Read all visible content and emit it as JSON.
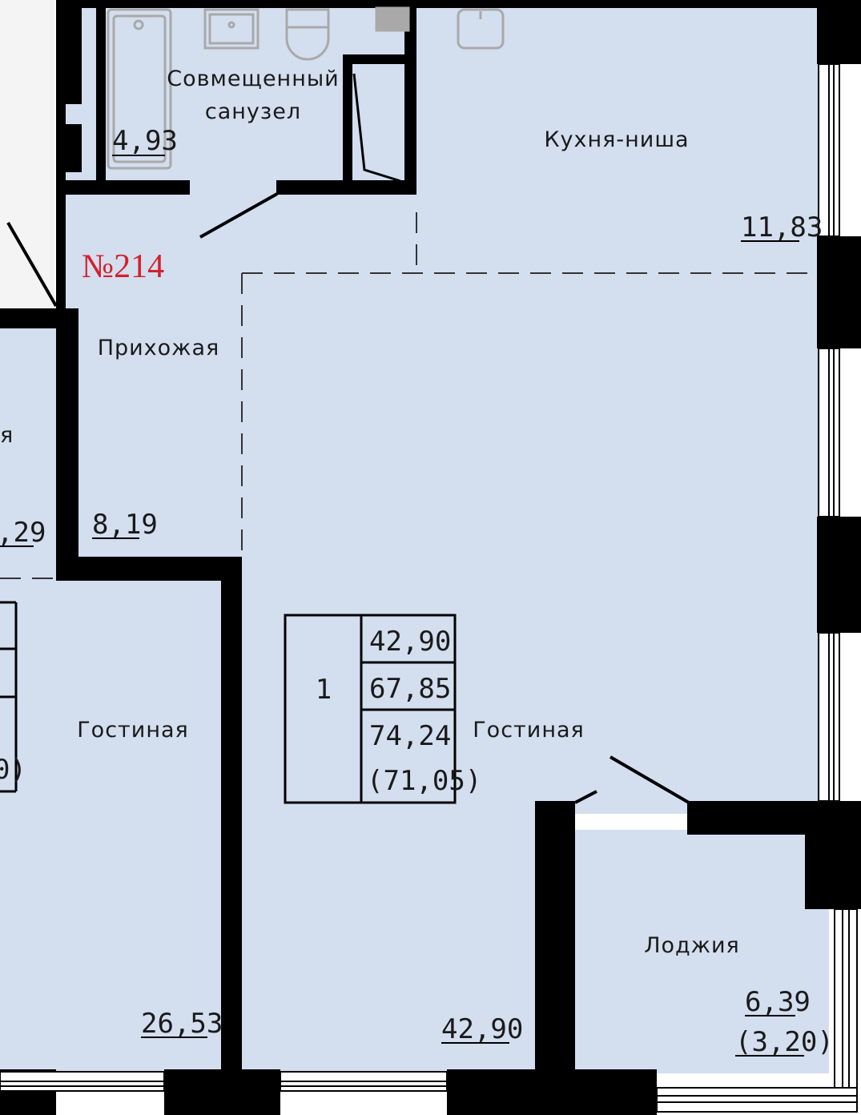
{
  "apartment_number": "№214",
  "colors": {
    "room_fill": "#d3deef",
    "wall": "#000000",
    "apartment_number": "#d4202a",
    "fixture": "#a9a9a9"
  },
  "rooms": {
    "bathroom": {
      "name_line1": "Совмещенный",
      "name_line2": "санузел",
      "area": "4,93"
    },
    "kitchen": {
      "name": "Кухня-ниша",
      "area": "11,83"
    },
    "hallway": {
      "name": "Прихожая",
      "area": "8,19"
    },
    "living": {
      "name": "Гостиная",
      "area": "42,90"
    },
    "neighbor_living": {
      "name": "Гостиная",
      "area": "26,53"
    },
    "loggia": {
      "name": "Лоджия",
      "area": "6,39",
      "area_reduced": "(3,20)"
    }
  },
  "neighbor_fragments": {
    "label_end": "я",
    "area_end": ",29",
    "table_end": "0)"
  },
  "summary_table": {
    "rooms_count": "1",
    "living_area": "42,90",
    "total_area": "67,85",
    "total_with_loggia": "74,24",
    "total_with_loggia_reduced": "(71,05)"
  }
}
